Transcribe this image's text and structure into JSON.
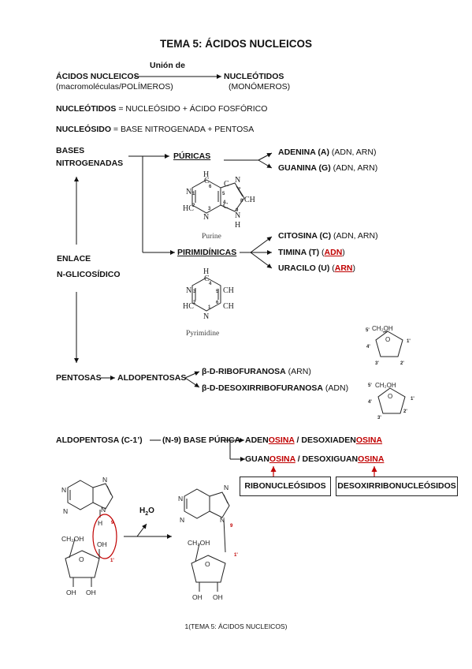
{
  "title": "TEMA 5: ÁCIDOS NUCLEICOS",
  "union": {
    "arrow_label": "Unión de",
    "left": "ÁCIDOS NUCLEICOS",
    "left_sub": "(macromoléculas/POLÍMEROS)",
    "right": "NUCLEÓTIDOS",
    "right_sub": "(MONÓMEROS)"
  },
  "definitions": {
    "nucleotidos_term": "NUCLEÓTIDOS",
    "nucleotidos_def": " = NUCLEÓSIDO + ÁCIDO FOSFÓRICO",
    "nucleosido_term": "NUCLEÓSIDO",
    "nucleosido_def": " = BASE NITROGENADA + PENTOSA"
  },
  "bases": {
    "title_line1": "BASES",
    "title_line2": "NITROGENADAS",
    "puricas": "PÚRICAS",
    "adenina": "ADENINA (A)",
    "adenina_where": " (ADN, ARN)",
    "guanina": "GUANINA (G)",
    "guanina_where": " (ADN, ARN)",
    "purine_caption": "Purine",
    "pirimidinicas": "PIRIMIDÍNICAS",
    "citosina": "CITOSINA (C)",
    "citosina_where": " (ADN, ARN)",
    "timina": "TIMINA (T)",
    "timina_pre": " (",
    "timina_where": "ADN",
    "timina_post": ")",
    "uracilo": "URACILO (U)",
    "uracilo_pre": " (",
    "uracilo_where": "ARN",
    "uracilo_post": ")",
    "pyrimidine_caption": "Pyrimidine"
  },
  "enlace": {
    "line1": "ENLACE",
    "line2": "N-GLICOSÍDICO"
  },
  "pentosas": {
    "label": "PENTOSAS",
    "aldo": "ALDOPENTOSAS",
    "ribo": "β-D-RIBOFURANOSA",
    "ribo_where": " (ARN)",
    "deoxy": "β-D-DESOXIRRIBOFURANOSA",
    "deoxy_where": " (ADN)"
  },
  "sugar_labels": {
    "top": {
      "c5": "5'",
      "ch2oh": "CH2OH",
      "c4": "4'",
      "c1": "1'",
      "c3": "3'",
      "c2": "2'"
    },
    "bottom": {
      "c5": "5'",
      "ch2oh": "CH2OH",
      "c4": "4'",
      "c1": "1'",
      "c3": "3'",
      "c2": "2'"
    }
  },
  "bond": {
    "left": "ALDOPENTOSA (C-1’)",
    "mid": "(N-9) BASE PÚRICA",
    "ade_pre": "ADEN",
    "ade_red": "OSINA",
    "ade_sep": " / DESOXIADEN",
    "ade_red2": "OSINA",
    "gua_pre": "GUAN",
    "gua_red": "OSINA",
    "gua_sep": " / DESOXIGUAN",
    "gua_red2": "OSINA",
    "box_ribo": "RIBONUCLEÓSIDOS",
    "box_deoxy": "DESOXIRRIBONUCLEÓSIDOS"
  },
  "reaction": {
    "water": "H2O",
    "n": "N",
    "h": "H",
    "n9": "9",
    "c1": "1'",
    "ch2oh": "CH2OH",
    "oh": "OH",
    "o": "O"
  },
  "footer": "1(TEMA 5: ÁCIDOS NUCLEICOS)",
  "colors": {
    "accent_red": "#c00000",
    "text": "#111111"
  }
}
